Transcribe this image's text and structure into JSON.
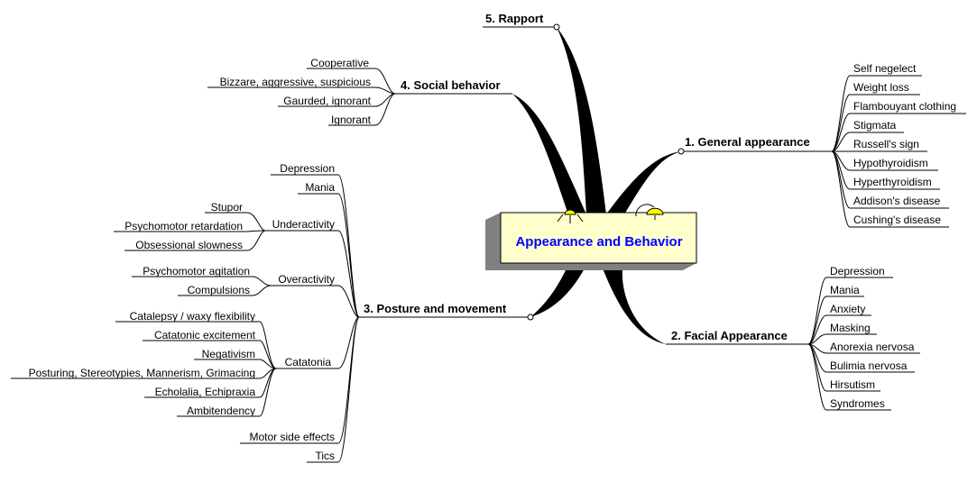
{
  "central": {
    "title": "Appearance and Behavior"
  },
  "colors": {
    "central_fill": "#ffffcc",
    "central_text": "#0000ff",
    "box_shadow": "#808080",
    "lines": "#000000"
  },
  "branches": {
    "general": {
      "label": "1. General appearance",
      "items": [
        "Self negelect",
        "Weight loss",
        "Flambouyant clothing",
        "Stigmata",
        "Russell's sign",
        "Hypothyroidism",
        "Hyperthyroidism",
        "Addison's disease",
        "Cushing's disease"
      ]
    },
    "facial": {
      "label": "2. Facial Appearance",
      "items": [
        "Depression",
        "Mania",
        "Anxiety",
        "Masking",
        "Anorexia nervosa",
        "Bulimia nervosa",
        "Hirsutism",
        "Syndromes"
      ]
    },
    "posture": {
      "label": "3. Posture and movement",
      "depression": "Depression",
      "mania": "Mania",
      "underactivity": {
        "label": "Underactivity",
        "items": [
          "Stupor",
          "Psychomotor retardation",
          "Obsessional slowness"
        ]
      },
      "overactivity": {
        "label": "Overactivity",
        "items": [
          "Psychomotor agitation",
          "Compulsions"
        ]
      },
      "catatonia": {
        "label": "Catatonia",
        "items": [
          "Catalepsy / waxy flexibility",
          "Catatonic excitement",
          "Negativism",
          "Posturing, Stereotypies, Mannerism, Grimacing",
          "Echolalia, Echipraxia",
          "Ambitendency"
        ]
      },
      "motor_side_effects": "Motor side effects",
      "tics": "Tics"
    },
    "social": {
      "label": "4. Social behavior",
      "items": [
        "Cooperative",
        "Bizzare, aggressive, suspicious",
        "Gaurded, ignorant",
        "Ignorant"
      ]
    },
    "rapport": {
      "label": "5. Rapport"
    }
  }
}
